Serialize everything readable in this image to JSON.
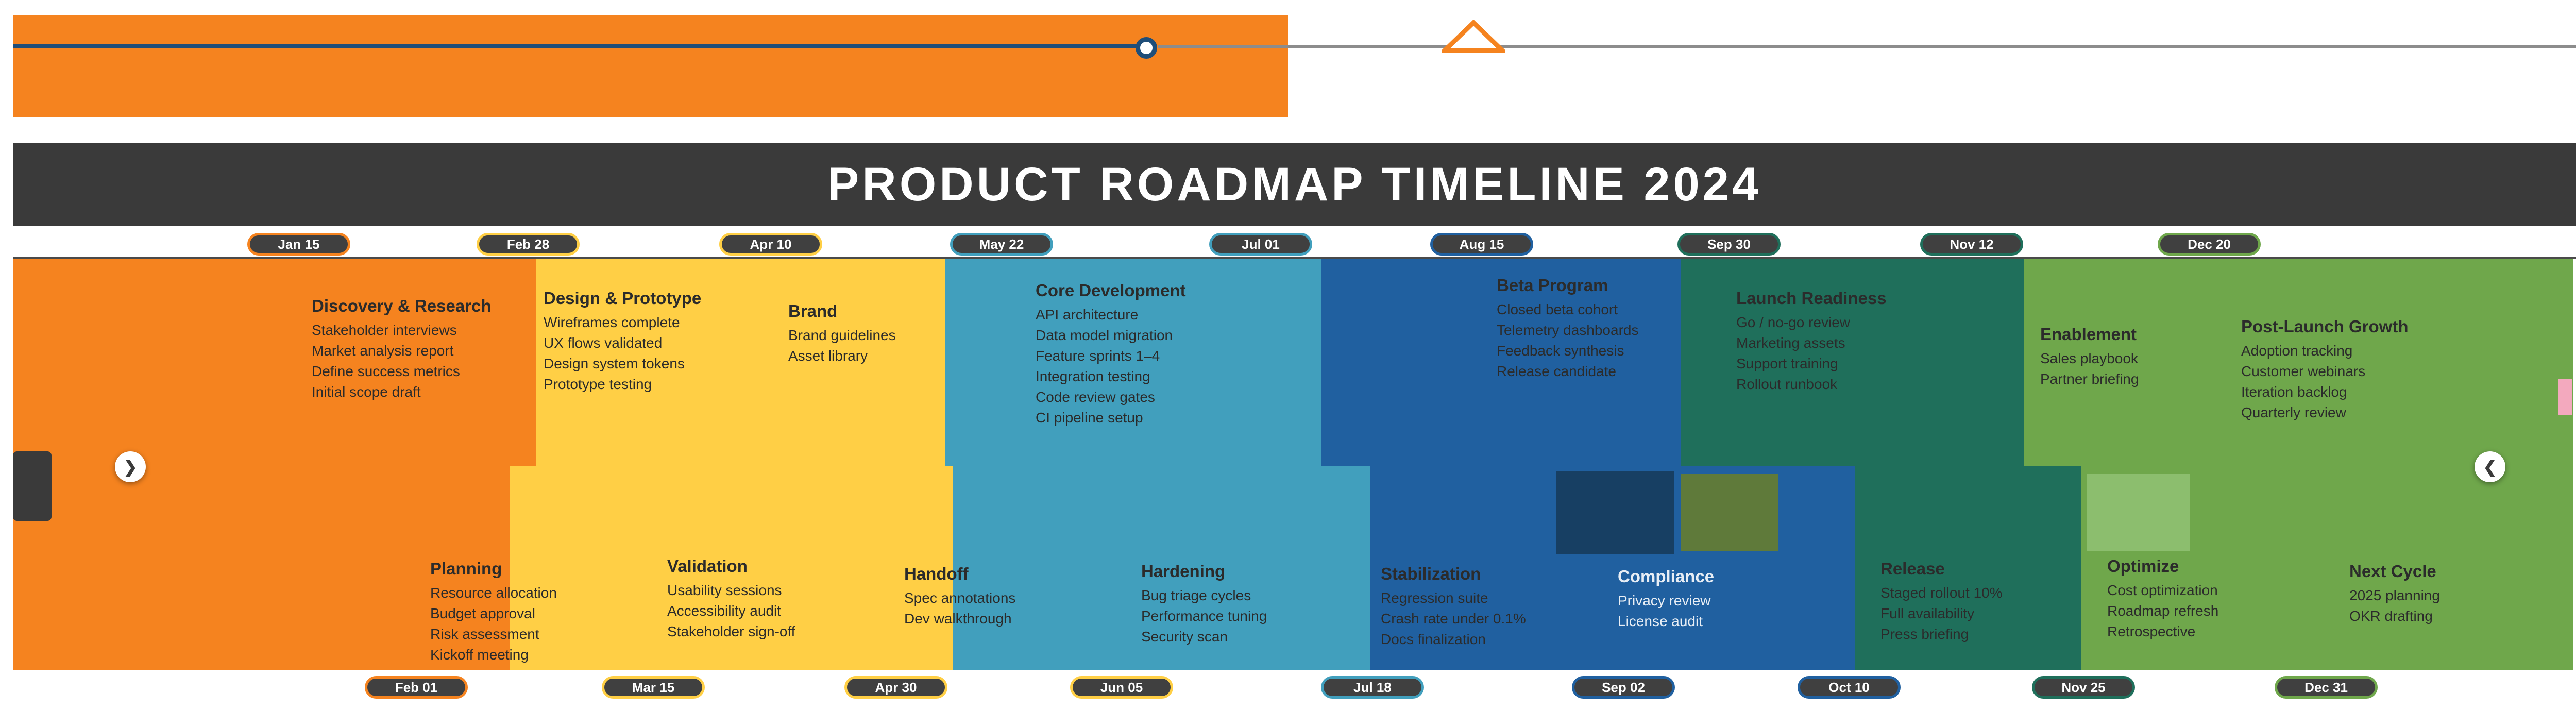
{
  "meta": {
    "title": "PRODUCT ROADMAP TIMELINE 2024"
  },
  "colors": {
    "orange": "#F5831F",
    "yellow": "#FFCF45",
    "teal": "#419FBD",
    "blue": "#2060A0",
    "dark_green": "#1F6F5B",
    "green": "#6FA74B",
    "charcoal": "#3A3A3A",
    "axis_blue": "#1F4E79",
    "axis_gray": "#8C8C8C",
    "pink_accent": "#F3A9BE",
    "pill_background": "#404040"
  },
  "carousel": {
    "left_icon": "❯",
    "right_icon": "❮"
  },
  "milestones_top": [
    {
      "label": "Jan 15",
      "color": "orange"
    },
    {
      "label": "Feb 28",
      "color": "yellow"
    },
    {
      "label": "Apr 10",
      "color": "yellow"
    },
    {
      "label": "May 22",
      "color": "teal"
    },
    {
      "label": "Jul 01",
      "color": "teal"
    },
    {
      "label": "Aug 15",
      "color": "blue"
    },
    {
      "label": "Sep 30",
      "color": "dark_green"
    },
    {
      "label": "Nov 12",
      "color": "dark_green"
    },
    {
      "label": "Dec 20",
      "color": "green"
    }
  ],
  "milestones_bottom": [
    {
      "label": "Feb 01",
      "color": "orange"
    },
    {
      "label": "Mar 15",
      "color": "yellow"
    },
    {
      "label": "Apr 30",
      "color": "yellow"
    },
    {
      "label": "Jun 05",
      "color": "yellow"
    },
    {
      "label": "Jul 18",
      "color": "teal"
    },
    {
      "label": "Sep 02",
      "color": "blue"
    },
    {
      "label": "Oct 10",
      "color": "blue"
    },
    {
      "label": "Nov 25",
      "color": "dark_green"
    },
    {
      "label": "Dec 31",
      "color": "green"
    }
  ],
  "phases": [
    {
      "color": "#F5831F",
      "top": {
        "heading": "Discovery & Research",
        "tasks": [
          "Stakeholder interviews",
          "Market analysis report",
          "Define success metrics",
          "Initial scope draft"
        ]
      },
      "bottom": {
        "heading": "Planning",
        "tasks": [
          "Resource allocation",
          "Budget approval",
          "Risk assessment",
          "Kickoff meeting"
        ]
      }
    },
    {
      "color": "#FFCF45",
      "top": {
        "heading": "Design & Prototype",
        "tasks": [
          "Wireframes complete",
          "UX flows validated",
          "Design system tokens",
          "Prototype testing"
        ]
      },
      "top2": {
        "heading": "Brand",
        "tasks": [
          "Brand guidelines",
          "Asset library"
        ]
      },
      "bottom": {
        "heading": "Validation",
        "tasks": [
          "Usability sessions",
          "Accessibility audit",
          "Stakeholder sign-off"
        ]
      },
      "bottom2": {
        "heading": "Handoff",
        "tasks": [
          "Spec annotations",
          "Dev walkthrough"
        ]
      }
    },
    {
      "color": "#419FBD",
      "top": {
        "heading": "Core Development",
        "tasks": [
          "API architecture",
          "Data model migration",
          "Feature sprints 1–4",
          "Integration testing",
          "Code review gates",
          "CI pipeline setup"
        ]
      },
      "bottom": {
        "heading": "Hardening",
        "tasks": [
          "Bug triage cycles",
          "Performance tuning",
          "Security scan"
        ]
      }
    },
    {
      "color": "#2060A0",
      "top": {
        "heading": "Beta Program",
        "tasks": [
          "Closed beta cohort",
          "Telemetry dashboards",
          "Feedback synthesis",
          "Release candidate"
        ]
      },
      "bottom": {
        "heading": "Stabilization",
        "tasks": [
          "Regression suite",
          "Crash rate under 0.1%",
          "Docs finalization"
        ]
      },
      "bottom2": {
        "heading": "Compliance",
        "tasks": [
          "Privacy review",
          "License audit"
        ]
      }
    },
    {
      "color": "#1F6F5B",
      "top": {
        "heading": "Launch Readiness",
        "tasks": [
          "Go / no-go review",
          "Marketing assets",
          "Support training",
          "Rollout runbook"
        ]
      },
      "top2": {
        "heading": "Enablement",
        "tasks": [
          "Sales playbook",
          "Partner briefing"
        ]
      },
      "bottom": {
        "heading": "Release",
        "tasks": [
          "Staged rollout 10%",
          "Full availability",
          "Press briefing"
        ]
      }
    },
    {
      "color": "#6FA74B",
      "top": {
        "heading": "Post-Launch Growth",
        "tasks": [
          "Adoption tracking",
          "Customer webinars",
          "Iteration backlog",
          "Quarterly review"
        ]
      },
      "bottom": {
        "heading": "Optimize",
        "tasks": [
          "Cost optimization",
          "Roadmap refresh",
          "Retrospective"
        ]
      },
      "bottom2": {
        "heading": "Next Cycle",
        "tasks": [
          "2025 planning",
          "OKR drafting"
        ]
      }
    }
  ]
}
